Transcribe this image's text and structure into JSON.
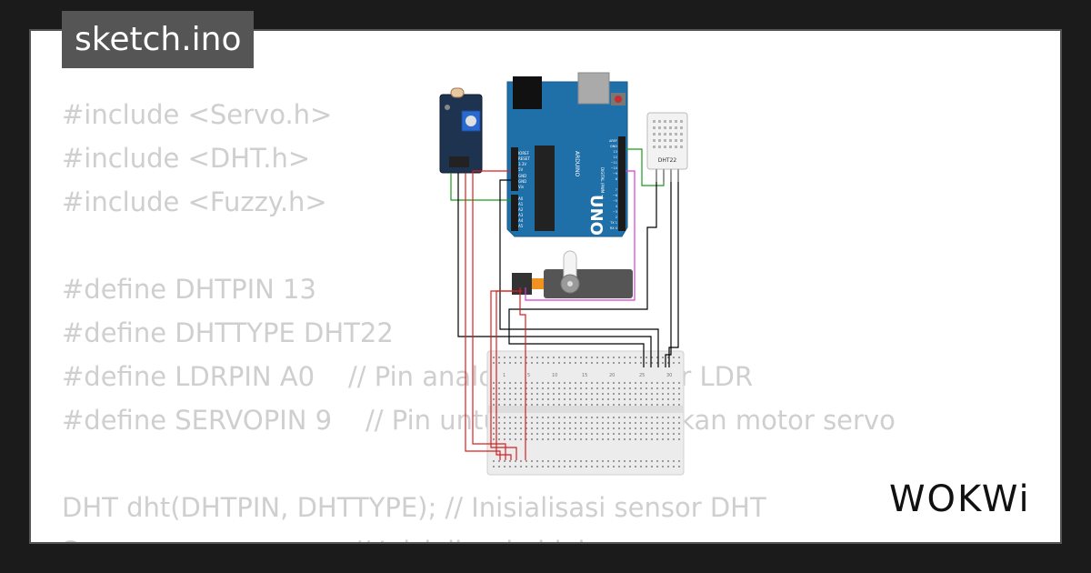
{
  "title": "sketch.ino",
  "code_lines": [
    "#include <Servo.h>",
    "#include <DHT.h>",
    "#include <Fuzzy.h>",
    "",
    "#define DHTPIN 13",
    "#define DHTTYPE DHT22",
    "#define LDRPIN A0    // Pin analog untuk sensor LDR",
    "#define SERVOPIN 9    // Pin untuk mengendalikan motor servo",
    "",
    "DHT dht(DHTPIN, DHTTYPE); // Inisialisasi sensor DHT",
    "Servo myservo;          // Inisialisasi objek servo"
  ],
  "diagram": {
    "arduino_brand": "ARDUINO",
    "arduino_model": "UNO",
    "arduino_power_pins": [
      "IOREF",
      "RESET",
      "3.3V",
      "5V",
      "GND",
      "GND",
      "Vin"
    ],
    "arduino_analog_pins": [
      "A0",
      "A1",
      "A2",
      "A3",
      "A4",
      "A5"
    ],
    "arduino_digital_label": "DIGITAL (PWM ~)",
    "arduino_digital_pins": [
      "AREF",
      "GND",
      "13",
      "12",
      "~11",
      "~10",
      "~9",
      "8",
      "7",
      "~6",
      "~5",
      "4",
      "~3",
      "2",
      "TX 1",
      "RX 0"
    ],
    "dht_label": "DHT22",
    "breadboard_numbers": [
      "1",
      "5",
      "10",
      "15",
      "20",
      "25",
      "30"
    ]
  },
  "logo": "WOKWi",
  "colors": {
    "background": "#1b1b1b",
    "card": "#ffffff",
    "tab": "#555555",
    "code_text": "#cfcfcf",
    "arduino_blue": "#1f6fa8",
    "wire_red": "#d62020",
    "wire_black": "#000000",
    "wire_green": "#1a9a1a",
    "wire_magenta": "#d23fd2"
  }
}
